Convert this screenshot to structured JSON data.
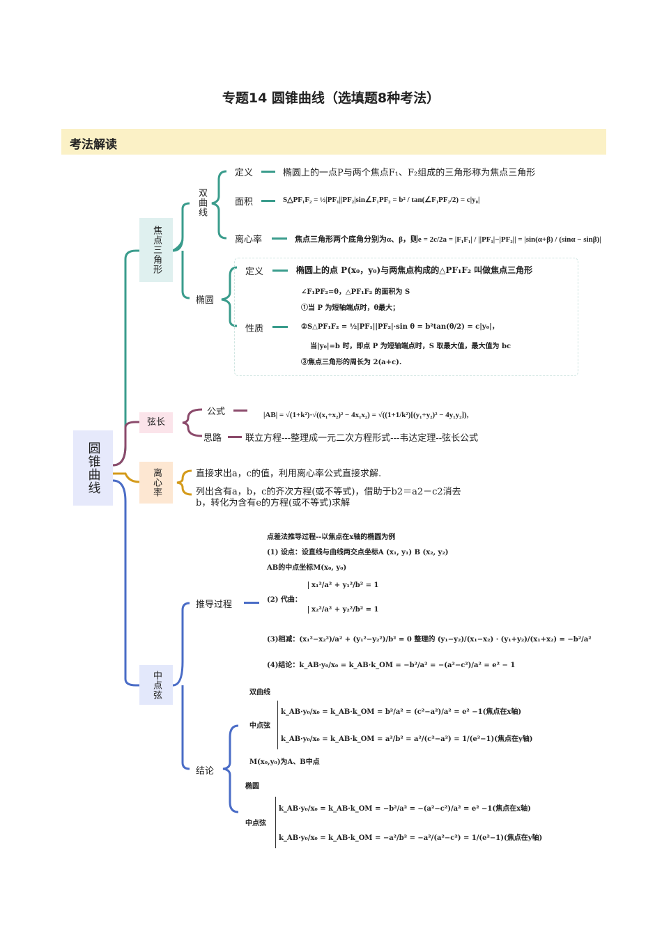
{
  "title": "专题14 圆锥曲线（选填题8种考法）",
  "section_header": "考法解读",
  "colors": {
    "band": "#fbf1c6",
    "teal": "#3a9c8c",
    "maroon": "#8b4a6b",
    "orange": "#d49a1a",
    "blue": "#4a6cc6"
  },
  "root": "圆锥曲线",
  "focal_triangle": {
    "label": "焦点三角形",
    "hyperbola": {
      "label": "双曲线",
      "items": [
        {
          "key": "定义",
          "text": "椭圆上的一点P与两个焦点F₁、F₂组成的三角形称为焦点三角形"
        },
        {
          "key": "面积",
          "text": "S△PF₁F₂ = ½|PF₁||PF₂|sin∠F₁PF₂ = b² / tan(∠F₁PF₂/2) = c|y₀|"
        },
        {
          "key": "离心率",
          "text": "焦点三角形两个底角分别为α、β，则e = 2c/2a = |F₁F₁| / ||PF₁|−|PF₂|| = |sin(α+β) / (sinα − sinβ)|"
        }
      ]
    },
    "ellipse": {
      "label": "椭圆",
      "definition_key": "定义",
      "definition": "椭圆上的点 P(x₀，y₀)与两焦点构成的△PF₁F₂ 叫做焦点三角形",
      "property_key": "性质",
      "properties": [
        "∠F₁PF₂=θ，△PF₁F₂ 的面积为 S",
        "①当 P 为短轴端点时，θ最大；",
        "②S△PF₁F₂ = ½|PF₁||PF₂|·sin θ = b²tan(θ/2) = c|y₀|，",
        "当|y₀|=b 时，即点 P 为短轴端点时，S 取最大值，最大值为 bc",
        "③焦点三角形的周长为 2(a+c)."
      ]
    }
  },
  "chord_length": {
    "label": "弦长",
    "formula_key": "公式",
    "formula": "|AB| = √(1+k²)·√((x₁+x₂)² − 4x₁x₂) = √((1+1/k²)[(y₁+y₂)² − 4y₁y₂]),",
    "idea_key": "思路",
    "idea": "联立方程---整理成一元二次方程形式---韦达定理--弦长公式"
  },
  "eccentricity": {
    "label": "离心率",
    "items": [
      "直接求出a，c的值，利用离心率公式直接求解.",
      "列出含有a，b，c的齐次方程(或不等式)，借助于b2＝a2－c2消去",
      "b，转化为含有e的方程(或不等式)求解"
    ]
  },
  "midpoint_chord": {
    "label": "中点弦",
    "derivation_key": "推导过程",
    "derivation": [
      "点差法推导过程--以焦点在x轴的椭圆为例",
      "(1) 设点：设直线与曲线两交点坐标A (x₁, y₁) B (x₂, y₂)",
      "AB的中点坐标M(x₀, y₀)",
      "(2) 代曲：",
      "x₁²/a² + y₁²/b² = 1",
      "x₂²/a² + y₂²/b² = 1",
      "(3)相减：(x₁²−x₂²)/a² + (y₁²−y₂²)/b² = 0 整理的 (y₁−y₂)/(x₁−x₂) · (y₁+y₂)/(x₁+x₂) = −b²/a²",
      "(4)结论：k_AB·y₀/x₀ = k_AB·k_OM = −b²/a² = −(a²−c²)/a² = e² − 1"
    ],
    "conclusion_key": "结论",
    "hyperbola_label": "双曲线",
    "chord_label": "中点弦",
    "hyperbola": [
      "k_AB·y₀/x₀ = k_AB·k_OM = b²/a² = (c²−a²)/a² = e² −1(焦点在x轴)",
      "k_AB·y₀/x₀ = k_AB·k_OM = a²/b² = a²/(c²−a²) = 1/(e²−1)(焦点在y轴)"
    ],
    "midpoint_note": "M(x₀,y₀)为A、B中点",
    "ellipse_label": "椭圆",
    "ellipse": [
      "k_AB·y₀/x₀ = k_AB·k_OM = −b²/a² = −(a²−c²)/a² = e² −1(焦点在x轴)",
      "k_AB·y₀/x₀ = k_AB·k_OM = −a²/b² = −a²/(a²−c²) = 1/(e²−1)(焦点在y轴)"
    ]
  }
}
